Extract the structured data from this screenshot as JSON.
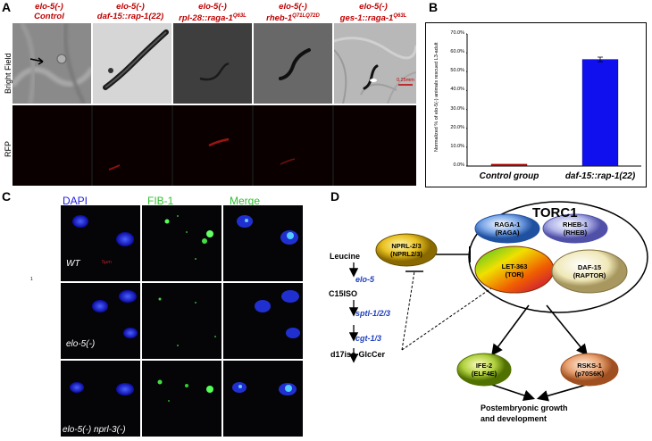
{
  "panel_a": {
    "letter": "A",
    "columns": [
      {
        "line1": "elo-5(-)",
        "line2": "Control",
        "sup": ""
      },
      {
        "line1": "elo-5(-)",
        "line2": "daf-15::rap-1(22)",
        "sup": ""
      },
      {
        "line1": "elo-5(-)",
        "line2": "rpl-28::raga-1",
        "sup": "Q63L"
      },
      {
        "line1": "elo-5(-)",
        "line2": "rheb-1",
        "sup": "Q71LQ72D"
      },
      {
        "line1": "elo-5(-)",
        "line2": "ges-1::raga-1",
        "sup": "Q63L"
      }
    ],
    "row_labels": {
      "bright_field": "Bright Field",
      "rfp": "RFP"
    },
    "scale_bar": "0.25mm"
  },
  "panel_b": {
    "letter": "B",
    "chart_data": {
      "type": "bar",
      "categories": [
        "Control group",
        "daf-15::rap-1(22)"
      ],
      "values": [
        1.0,
        56.5
      ],
      "ylabel": "Normalized % of elo-5(-) animals rescued L3-adult",
      "ylim": [
        0,
        70
      ],
      "yticks": [
        "0.0%",
        "10.0%",
        "20.0%",
        "30.0%",
        "40.0%",
        "50.0%",
        "60.0%",
        "70.0%"
      ],
      "colors": [
        "#c00000",
        "#1010ee"
      ],
      "error_bar": [
        0,
        1.2
      ]
    }
  },
  "panel_c": {
    "letter": "C",
    "headers": [
      "DAPI",
      "FIB-1",
      "Merge"
    ],
    "header_colors": [
      "#2020e0",
      "#30c030",
      "#30c030"
    ],
    "rows": [
      "WT",
      "elo-5(-)",
      "elo-5(-) nprl-3(-)"
    ],
    "scale": "5µm",
    "stray_mark": "1"
  },
  "panel_d": {
    "letter": "D",
    "torc1": "TORC1",
    "pathway": {
      "leucine": "Leucine",
      "elo5": "elo-5",
      "c15iso": "C15ISO",
      "sptl": "sptl-1/2/3",
      "cgt": "cgt-1/3",
      "d17": "d17iso-GlcCer"
    },
    "nprl": {
      "name": "NPRL-2/3",
      "human": "(NPRL2/3)"
    },
    "raga": {
      "name": "RAGA-1",
      "human": "(RAGA)"
    },
    "rheb": {
      "name": "RHEB-1",
      "human": "(RHEB)"
    },
    "let363": {
      "name": "LET-363",
      "human": "(TOR)"
    },
    "daf15": {
      "name": "DAF-15",
      "human": "(RAPTOR)"
    },
    "ife2": {
      "name": "IFE-2",
      "human": "(ELF4E)"
    },
    "rsks": {
      "name": "RSKS-1",
      "human": "(p70S6K)"
    },
    "outcome": [
      "Postembryonic growth",
      "and development"
    ]
  }
}
